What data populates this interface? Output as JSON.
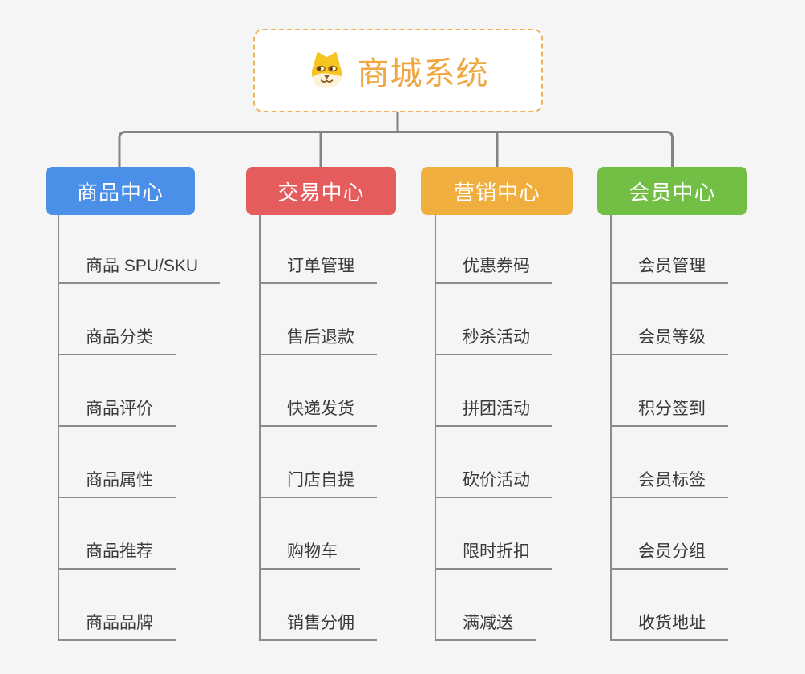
{
  "root": {
    "title": "商城系统",
    "icon": "shiba-dog-icon"
  },
  "branches": [
    {
      "label": "商品中心",
      "color": "#4a90e8",
      "items": [
        "商品 SPU/SKU",
        "商品分类",
        "商品评价",
        "商品属性",
        "商品推荐",
        "商品品牌"
      ]
    },
    {
      "label": "交易中心",
      "color": "#e45c5b",
      "items": [
        "订单管理",
        "售后退款",
        "快递发货",
        "门店自提",
        "购物车",
        "销售分佣"
      ]
    },
    {
      "label": "营销中心",
      "color": "#efae3e",
      "items": [
        "优惠券码",
        "秒杀活动",
        "拼团活动",
        "砍价活动",
        "限时折扣",
        "满减送"
      ]
    },
    {
      "label": "会员中心",
      "color": "#73bf46",
      "items": [
        "会员管理",
        "会员等级",
        "积分签到",
        "会员标签",
        "会员分组",
        "收货地址"
      ]
    }
  ],
  "style_tokens": {
    "root_text_color": "#efa741",
    "root_border_color": "#f2b357",
    "connector_color": "#838383",
    "leaf_line_color": "#8b8b8b",
    "leaf_text_color": "#3a3a3a",
    "background_color": "#f5f5f6"
  }
}
